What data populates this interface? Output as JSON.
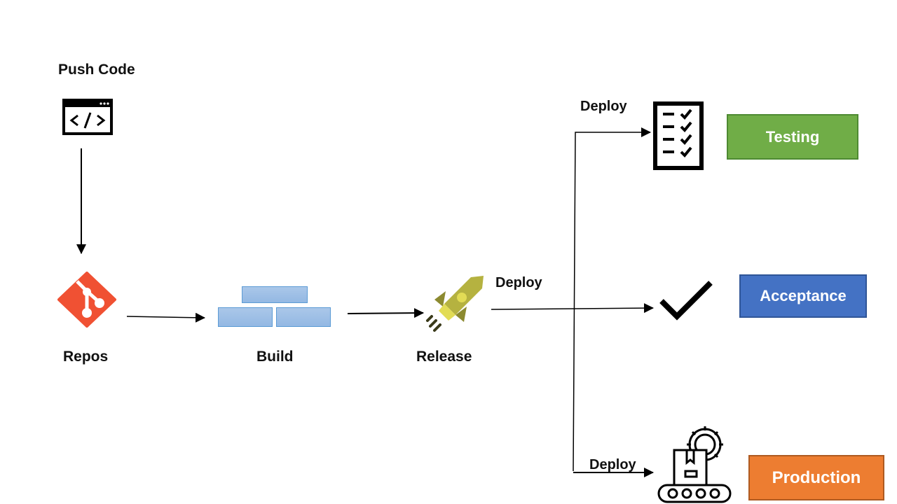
{
  "diagram": {
    "type": "ci-cd-pipeline",
    "nodes": [
      {
        "id": "push-code",
        "label": "Push Code",
        "icon": "code-window-icon"
      },
      {
        "id": "repos",
        "label": "Repos",
        "icon": "git-icon"
      },
      {
        "id": "build",
        "label": "Build",
        "icon": "bricks-icon"
      },
      {
        "id": "release",
        "label": "Release",
        "icon": "rocket-icon"
      }
    ],
    "deploy_label": "Deploy",
    "targets": [
      {
        "id": "testing",
        "label": "Testing",
        "icon": "checklist-icon",
        "color": "#70ad47",
        "edge_label": "Deploy"
      },
      {
        "id": "acceptance",
        "label": "Acceptance",
        "icon": "checkmark-icon",
        "color": "#4472c4",
        "edge_label": "Deploy"
      },
      {
        "id": "production",
        "label": "Production",
        "icon": "conveyor-gear-icon",
        "color": "#ed7d31",
        "edge_label": "Deploy"
      }
    ],
    "edges": [
      {
        "from": "push-code",
        "to": "repos"
      },
      {
        "from": "repos",
        "to": "build"
      },
      {
        "from": "build",
        "to": "release"
      },
      {
        "from": "release",
        "to": "testing",
        "label": "Deploy"
      },
      {
        "from": "release",
        "to": "acceptance",
        "label": "Deploy"
      },
      {
        "from": "release",
        "to": "production",
        "label": "Deploy"
      }
    ]
  }
}
